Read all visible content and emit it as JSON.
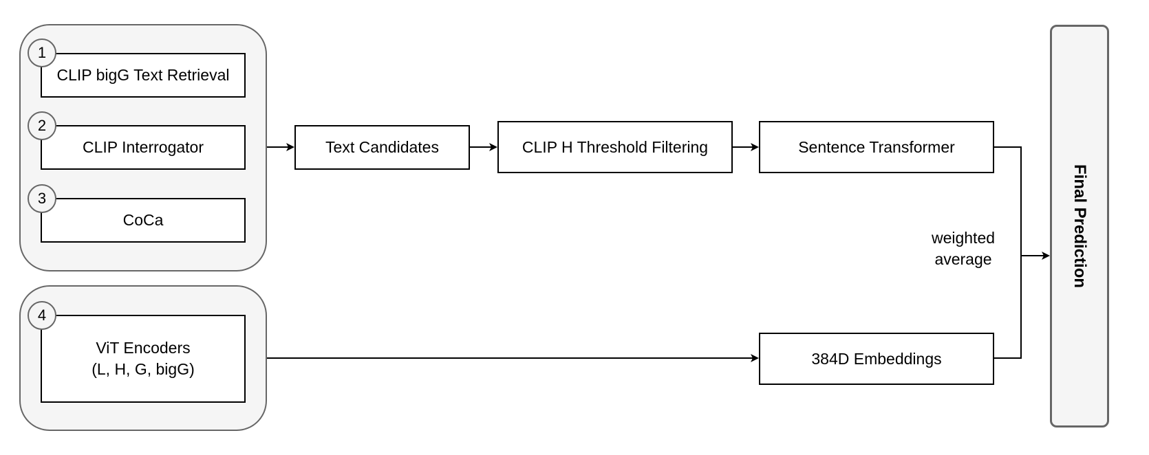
{
  "sources": [
    {
      "number": "1",
      "label": "CLIP bigG Text Retrieval"
    },
    {
      "number": "2",
      "label": "CLIP Interrogator"
    },
    {
      "number": "3",
      "label": "CoCa"
    },
    {
      "number": "4",
      "label_line1": "ViT Encoders",
      "label_line2": "(L, H, G, bigG)"
    }
  ],
  "pipeline": {
    "text_candidates": "Text Candidates",
    "threshold_filtering": "CLIP H Threshold Filtering",
    "sentence_transformer": "Sentence Transformer",
    "embeddings": "384D Embeddings"
  },
  "merge_label": {
    "line1": "weighted",
    "line2": "average"
  },
  "final": "Final Prediction"
}
